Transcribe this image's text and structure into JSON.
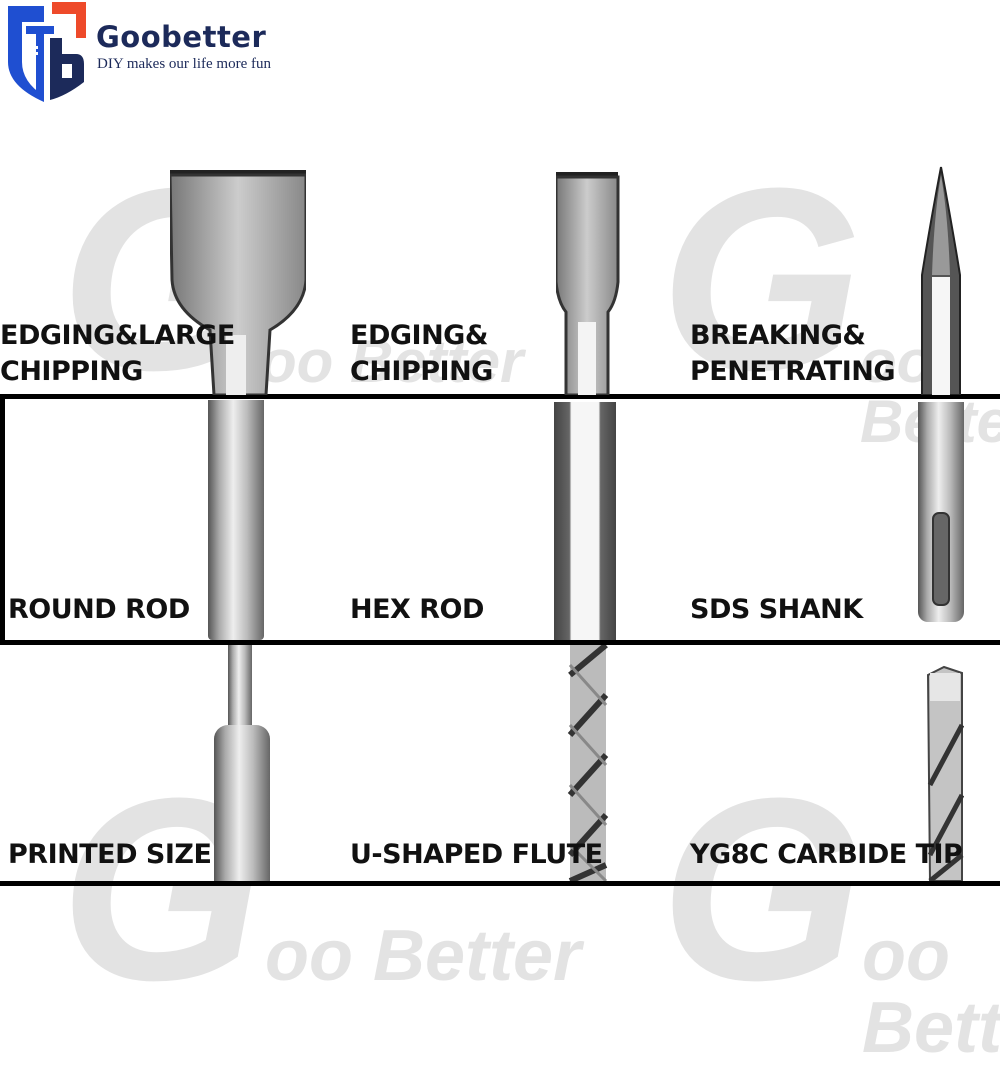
{
  "brand": {
    "name": "Goobetter",
    "tagline": "DIY makes our life more fun",
    "colors": {
      "blue": "#1f4fd1",
      "red": "#ee4a2a",
      "navy": "#1c2a5a"
    }
  },
  "watermark": {
    "letter": "G",
    "text": "oo Better"
  },
  "features": [
    {
      "row": 1,
      "col": 1,
      "label_line1": "EDGING&LARGE",
      "label_line2": "CHIPPING",
      "tool": "wide-chisel"
    },
    {
      "row": 1,
      "col": 2,
      "label_line1": "EDGING&",
      "label_line2": "CHIPPING",
      "tool": "flat-chisel"
    },
    {
      "row": 1,
      "col": 3,
      "label_line1": "BREAKING&",
      "label_line2": "PENETRATING",
      "tool": "point-chisel"
    },
    {
      "row": 2,
      "col": 1,
      "label": "ROUND ROD",
      "tool": "round-rod"
    },
    {
      "row": 2,
      "col": 2,
      "label": "HEX ROD",
      "tool": "hex-rod"
    },
    {
      "row": 2,
      "col": 3,
      "label": "SDS SHANK",
      "tool": "sds-shank"
    },
    {
      "row": 3,
      "col": 1,
      "label": "PRINTED SIZE",
      "tool": "printed-shank"
    },
    {
      "row": 3,
      "col": 2,
      "label": "U-SHAPED FLUTE",
      "tool": "spiral-flute"
    },
    {
      "row": 3,
      "col": 3,
      "label": "YG8C CARBIDE TIP",
      "tool": "carbide-tip"
    }
  ]
}
